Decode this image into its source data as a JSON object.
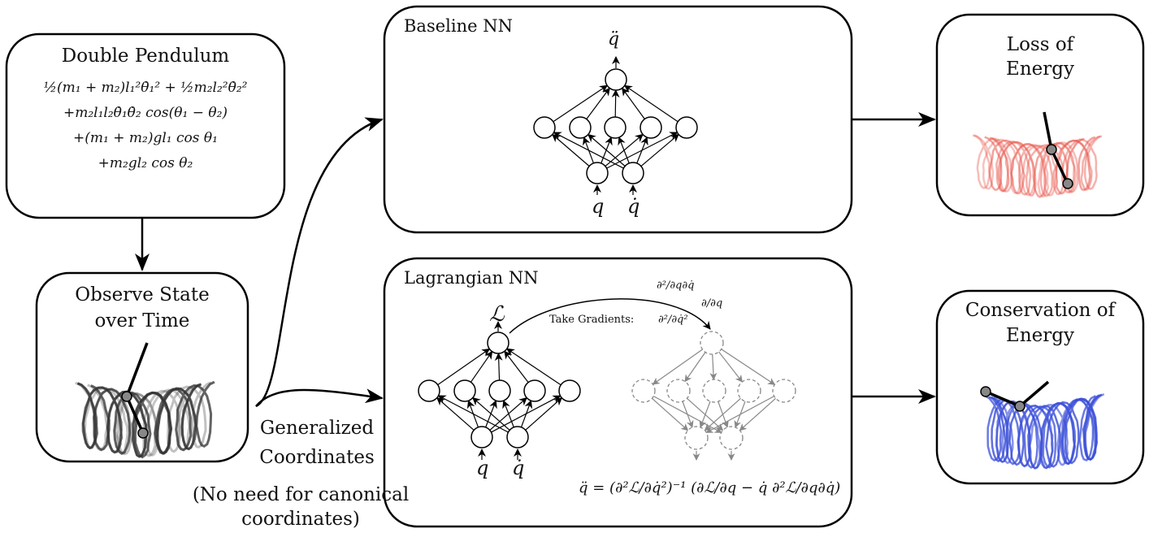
{
  "double_pendulum": {
    "title": "Double Pendulum",
    "equation_lines": [
      "½(m₁ + m₂)l₁²θ̇₁² + ½m₂l₂²θ̇₂²",
      "+m₂l₁l₂θ̇₁θ̇₂ cos(θ₁ − θ₂)",
      "+(m₁ + m₂)gl₁ cos θ₁",
      "+m₂gl₂ cos θ₂"
    ]
  },
  "observe": {
    "title_line1": "Observe State",
    "title_line2": "over Time"
  },
  "generalized": {
    "line1": "Generalized",
    "line2": "Coordinates",
    "note_line1": "(No need for canonical",
    "note_line2": "coordinates)"
  },
  "baseline": {
    "title": "Baseline NN",
    "output": "q̈",
    "input_q": "q",
    "input_qdot": "q̇"
  },
  "lagrangian": {
    "title": "Lagrangian NN",
    "output": "ℒ",
    "input_q": "q",
    "input_qdot": "q̇",
    "take_gradients": "Take Gradients:",
    "grad_mixed": "∂²/∂q∂q̇",
    "grad_q": "∂/∂q",
    "grad_qdot2": "∂²/∂q̇²",
    "equation": "q̈ = (∂²ℒ/∂q̇²)⁻¹ (∂ℒ/∂q − q̇ ∂²ℒ/∂q∂q̇)"
  },
  "loss": {
    "title_line1": "Loss of",
    "title_line2": "Energy",
    "color": "#e8554a"
  },
  "conservation": {
    "title_line1": "Conservation of",
    "title_line2": "Energy",
    "color": "#3b4fd8"
  },
  "observe_color": "#333333"
}
